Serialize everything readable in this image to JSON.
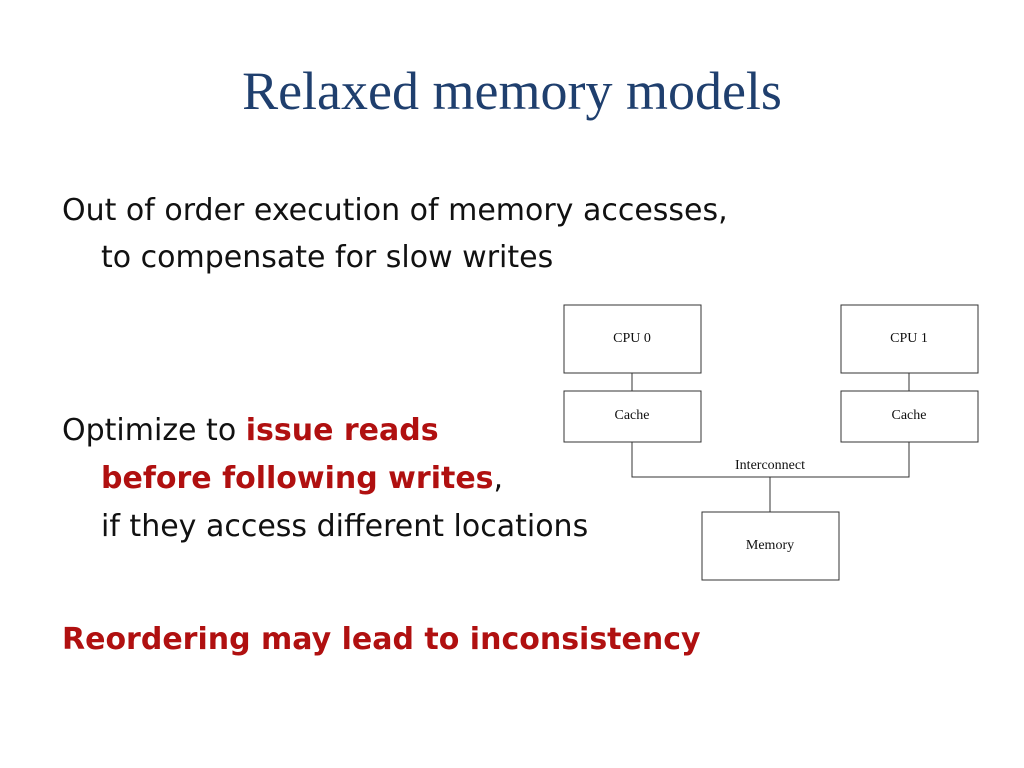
{
  "title": "Relaxed memory models",
  "bullets": [
    {
      "line1": "Out of order execution of memory accesses,",
      "line2": "to compensate for slow writes"
    },
    {
      "prefix": "Optimize to ",
      "em1": "issue reads",
      "em2": "before following writes",
      "comma": ",",
      "line3": "if they access different locations"
    },
    {
      "conclusion": "Reordering may lead to inconsistency"
    }
  ],
  "diagram": {
    "cpu0": "CPU 0",
    "cpu1": "CPU 1",
    "cache0": "Cache",
    "cache1": "Cache",
    "interconnect": "Interconnect",
    "memory": "Memory"
  },
  "colors": {
    "title": "#1f3f6e",
    "emphasis": "#b01010"
  }
}
